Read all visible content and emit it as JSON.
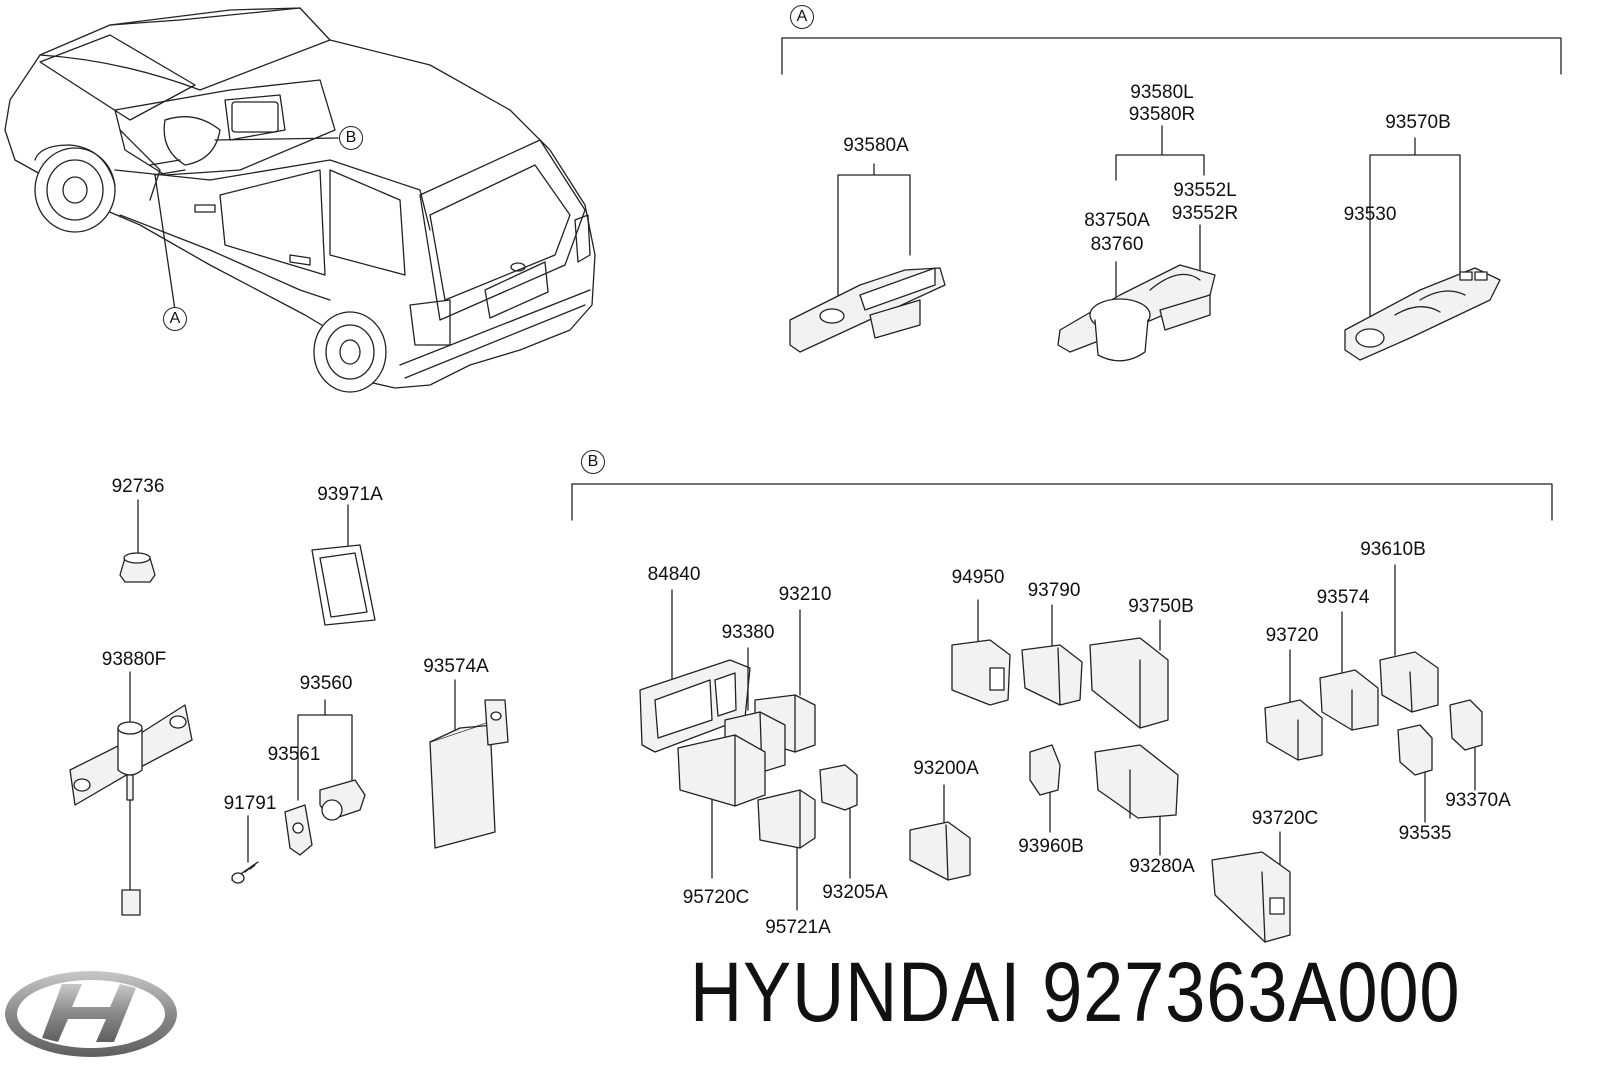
{
  "callouts": {
    "a": "A",
    "b": "B"
  },
  "labels": {
    "p93580A": "93580A",
    "p93580L": "93580L",
    "p93580R": "93580R",
    "p93570B": "93570B",
    "p93552L": "93552L",
    "p93552R": "93552R",
    "p83750A": "83750A",
    "p83760": "83760",
    "p93530": "93530",
    "p92736": "92736",
    "p93971A": "93971A",
    "p93880F": "93880F",
    "p93560": "93560",
    "p93574A": "93574A",
    "p93561": "93561",
    "p91791": "91791",
    "p84840": "84840",
    "p93210": "93210",
    "p93380": "93380",
    "p95720C": "95720C",
    "p95721A": "95721A",
    "p93205A": "93205A",
    "p94950": "94950",
    "p93790": "93790",
    "p93750B": "93750B",
    "p93200A": "93200A",
    "p93960B": "93960B",
    "p93280A": "93280A",
    "p93610B": "93610B",
    "p93574": "93574",
    "p93720": "93720",
    "p93720C": "93720C",
    "p93370A": "93370A",
    "p93535": "93535"
  },
  "footer": {
    "brand_part": "HYUNDAI 927363A000",
    "logo_icon": "hyundai-logo-icon"
  },
  "colors": {
    "line": "#222222",
    "part_fill": "#f2f2f2",
    "logo_gray": "#8a8a8a"
  }
}
